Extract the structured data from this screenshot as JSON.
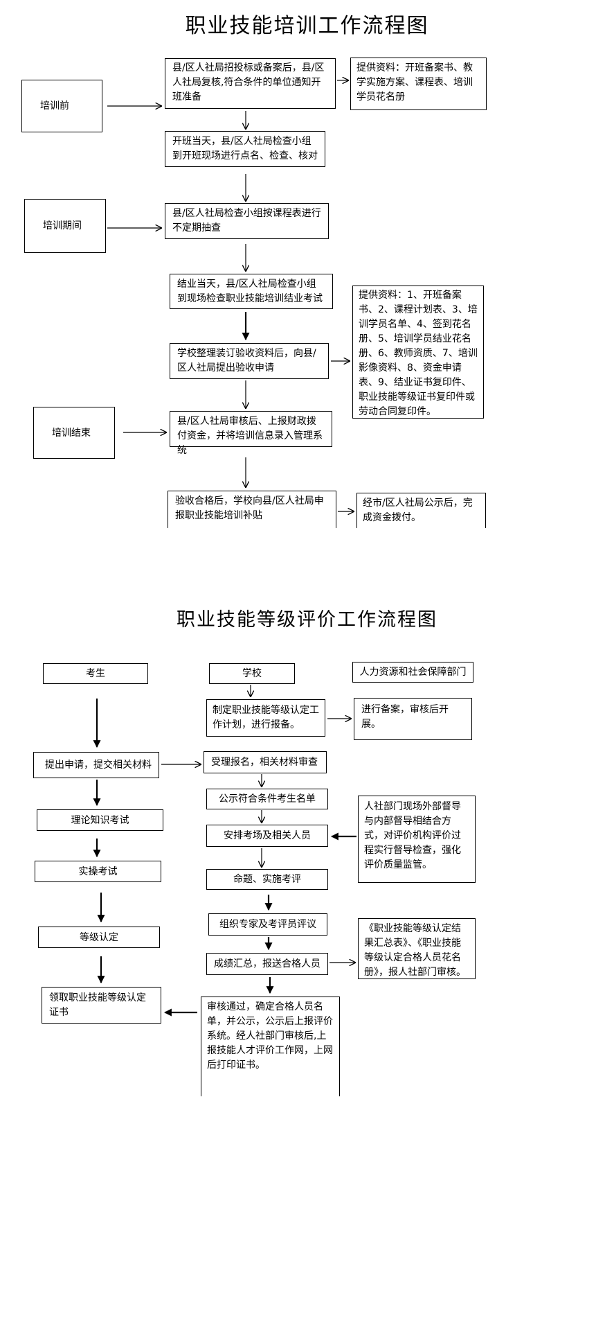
{
  "section1": {
    "title": "职业技能培训工作流程图",
    "stages": {
      "before": "培训前",
      "during": "培训期间",
      "end": "培训结束"
    },
    "steps": {
      "s1": "县/区人社局招投标或备案后，县/区人社局复核,符合条件的单位通知开班准备",
      "s2": "开班当天，县/区人社局检查小组到开班现场进行点名、检查、核对",
      "s3": "县/区人社局检查小组按课程表进行不定期抽查",
      "s4": "结业当天，县/区人社局检查小组到现场检查职业技能培训结业考试",
      "s5": "学校整理装订验收资料后，向县/区人社局提出验收申请",
      "s6": "县/区人社局审核后、上报财政拨付资金，并将培训信息录入管理系统",
      "s7": "验收合格后，学校向县/区人社局申报职业技能培训补贴"
    },
    "notes": {
      "n1": "提供资料：开班备案书、教学实施方案、课程表、培训学员花名册",
      "n2": "提供资料：1、开班备案书、2、课程计划表、3、培训学员名单、4、签到花名册、5、培训学员结业花名册、6、教师资质、7、培训影像资料、8、资金申请表、9、结业证书复印件、职业技能等级证书复印件或劳动合同复印件。",
      "n3": "经市/区人社局公示后，完成资金拨付。"
    }
  },
  "section2": {
    "title": "职业技能等级评价工作流程图",
    "headers": {
      "candidate": "考生",
      "school": "学校",
      "hr_dept": "人力资源和社会保障部门"
    },
    "candidate_steps": {
      "c1": "提出申请，提交相关材料",
      "c2": "理论知识考试",
      "c3": "实操考试",
      "c4": "等级认定",
      "c5": "领取职业技能等级认定证书"
    },
    "school_steps": {
      "k1": "制定职业技能等级认定工作计划，进行报备。",
      "k2": "受理报名，相关材料审查",
      "k3": "公示符合条件考生名单",
      "k4": "安排考场及相关人员",
      "k5": "命题、实施考评",
      "k6": "组织专家及考评员评议",
      "k7": "成绩汇总，报送合格人员",
      "k8": "审核通过，确定合格人员名单，并公示，公示后上报评价系统。经人社部门审核后,上报技能人才评价工作网，上网后打印证书。"
    },
    "hr_steps": {
      "h1": "进行备案，审核后开展。",
      "h2": "人社部门现场外部督导与内部督导相结合方式，对评价机构评价过程实行督导检查，强化评价质量监管。",
      "h3": "《职业技能等级认定结果汇总表》、《职业技能等级认定合格人员花名册》，报人社部门审核。"
    }
  }
}
